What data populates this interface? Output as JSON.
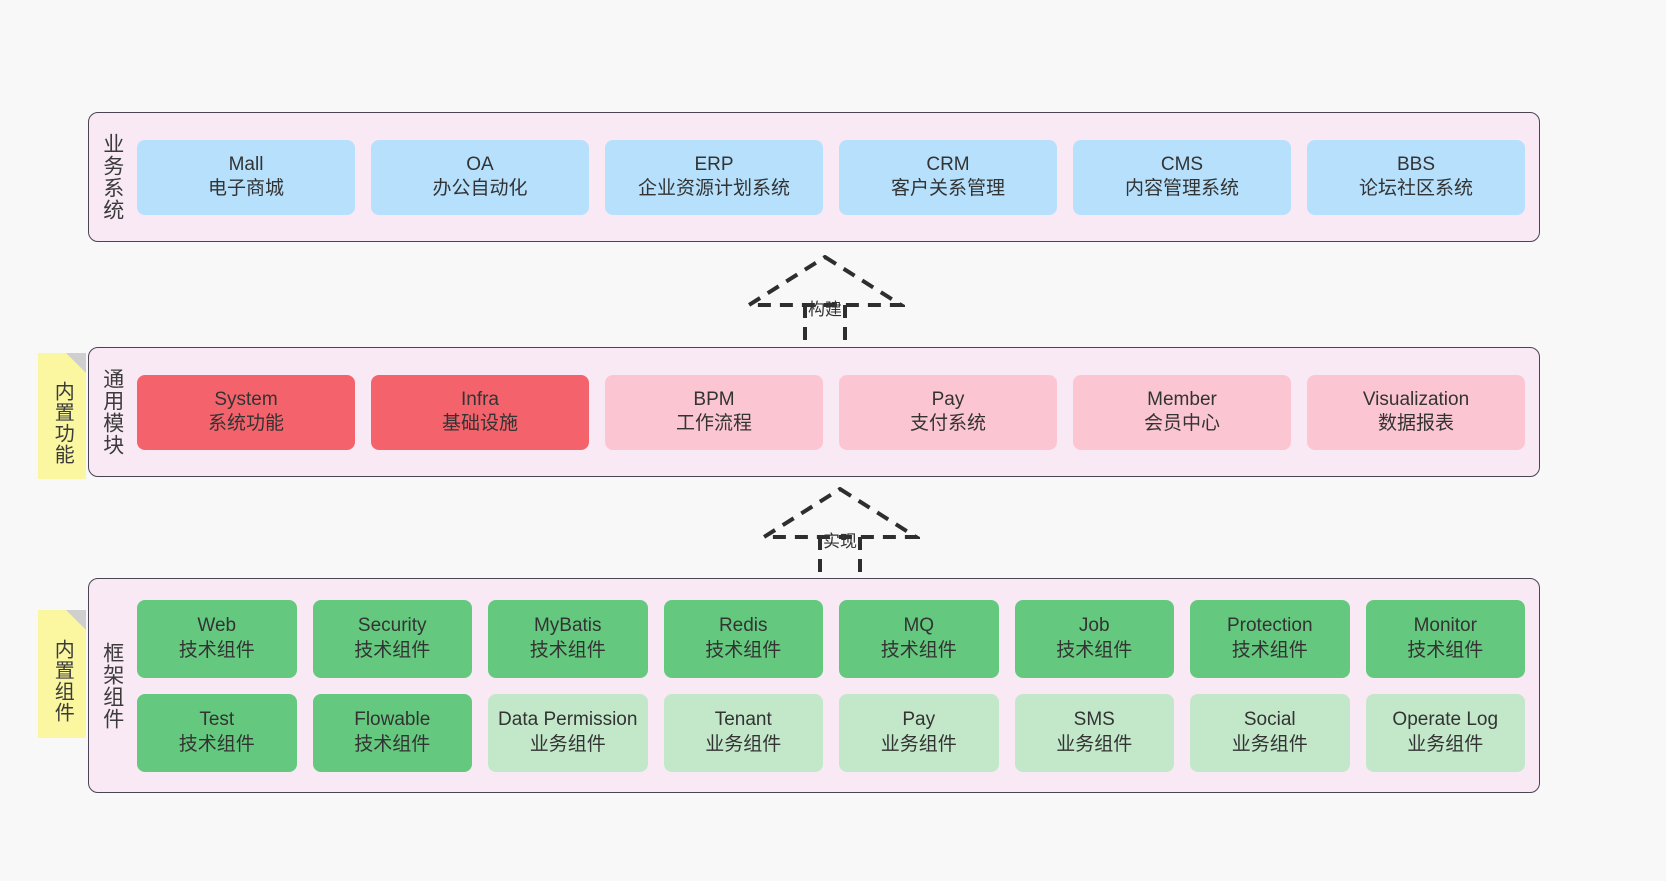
{
  "diagram": {
    "title_hidden": "",
    "colors": {
      "canvas": "#f8f8f8",
      "layer_fill": "#f8e9f4",
      "layer_border": "#4a4453",
      "business_card": "#b6e0fb",
      "module_core": "#f4636b",
      "module_optional": "#fbc6d2",
      "tech_component": "#64c97e",
      "biz_component": "#c2e8c9",
      "sticky": "#fbf7a0",
      "sticky_fold": "#cfcfcf"
    }
  },
  "layers": {
    "business": {
      "label": "业务系统",
      "cards": [
        {
          "title": "Mall",
          "subtitle": "电子商城"
        },
        {
          "title": "OA",
          "subtitle": "办公自动化"
        },
        {
          "title": "ERP",
          "subtitle": "企业资源计划系统"
        },
        {
          "title": "CRM",
          "subtitle": "客户关系管理"
        },
        {
          "title": "CMS",
          "subtitle": "内容管理系统"
        },
        {
          "title": "BBS",
          "subtitle": "论坛社区系统"
        }
      ]
    },
    "common": {
      "label": "通用模块",
      "sticky": "内置功能",
      "cards": [
        {
          "title": "System",
          "subtitle": "系统功能",
          "variant": "core"
        },
        {
          "title": "Infra",
          "subtitle": "基础设施",
          "variant": "core"
        },
        {
          "title": "BPM",
          "subtitle": "工作流程",
          "variant": "optional"
        },
        {
          "title": "Pay",
          "subtitle": "支付系统",
          "variant": "optional"
        },
        {
          "title": "Member",
          "subtitle": "会员中心",
          "variant": "optional"
        },
        {
          "title": "Visualization",
          "subtitle": "数据报表",
          "variant": "optional"
        }
      ]
    },
    "framework": {
      "label": "框架组件",
      "sticky": "内置组件",
      "row1": [
        {
          "title": "Web",
          "subtitle": "技术组件",
          "variant": "tech"
        },
        {
          "title": "Security",
          "subtitle": "技术组件",
          "variant": "tech"
        },
        {
          "title": "MyBatis",
          "subtitle": "技术组件",
          "variant": "tech"
        },
        {
          "title": "Redis",
          "subtitle": "技术组件",
          "variant": "tech"
        },
        {
          "title": "MQ",
          "subtitle": "技术组件",
          "variant": "tech"
        },
        {
          "title": "Job",
          "subtitle": "技术组件",
          "variant": "tech"
        },
        {
          "title": "Protection",
          "subtitle": "技术组件",
          "variant": "tech"
        },
        {
          "title": "Monitor",
          "subtitle": "技术组件",
          "variant": "tech"
        }
      ],
      "row2": [
        {
          "title": "Test",
          "subtitle": "技术组件",
          "variant": "tech"
        },
        {
          "title": "Flowable",
          "subtitle": "技术组件",
          "variant": "tech"
        },
        {
          "title": "Data Permission",
          "subtitle": "业务组件",
          "variant": "biz"
        },
        {
          "title": "Tenant",
          "subtitle": "业务组件",
          "variant": "biz"
        },
        {
          "title": "Pay",
          "subtitle": "业务组件",
          "variant": "biz"
        },
        {
          "title": "SMS",
          "subtitle": "业务组件",
          "variant": "biz"
        },
        {
          "title": "Social",
          "subtitle": "业务组件",
          "variant": "biz"
        },
        {
          "title": "Operate Log",
          "subtitle": "业务组件",
          "variant": "biz"
        }
      ]
    }
  },
  "connectors": [
    {
      "name": "build",
      "label": "构建",
      "from": "common",
      "to": "business"
    },
    {
      "name": "implement",
      "label": "实现",
      "from": "framework",
      "to": "common"
    }
  ]
}
